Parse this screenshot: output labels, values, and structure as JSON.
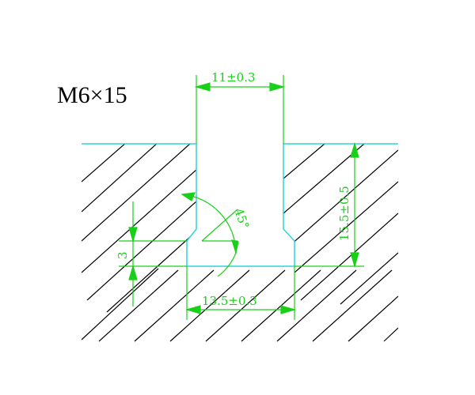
{
  "title": "M6×15",
  "dimensions": {
    "top_width": "11±0.3",
    "bottom_width": "13.5±0.3",
    "depth": "15.5±0.5",
    "undercut_height": "3",
    "angle": "45°"
  },
  "colors": {
    "outline": "#2fd3dc",
    "dimension": "#19d019",
    "hatch": "#000000",
    "text": "#000000",
    "background": "#ffffff"
  }
}
